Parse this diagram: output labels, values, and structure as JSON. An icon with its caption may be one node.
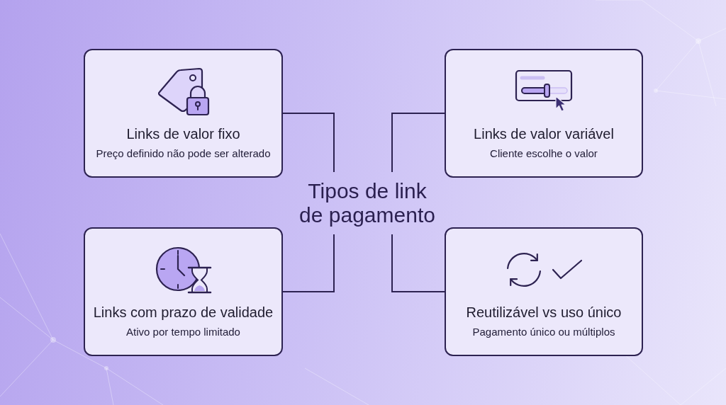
{
  "diagram": {
    "nodes": [
      {
        "text": [
          "Links de valor fixo",
          "Preço definido não pode ser alterado"
        ]
      },
      {
        "text": [
          "Links de valor variável",
          "Cliente escolhe o valor"
        ]
      },
      {
        "text": [
          "Tipos de link de pagamento"
        ]
      },
      {
        "text": [
          "Links com prazo de validade",
          "Ativo por tempo limitado"
        ]
      },
      {
        "text": [
          "Reutilizável vs uso único",
          "Pagamento único ou múltiplos"
        ]
      }
    ],
    "edges": [
      {
        "from": 2,
        "to": 0,
        "arrow": "none"
      },
      {
        "from": 2,
        "to": 1,
        "arrow": "none"
      },
      {
        "from": 2,
        "to": 3,
        "arrow": "none"
      },
      {
        "from": 2,
        "to": 4,
        "arrow": "none"
      }
    ]
  }
}
